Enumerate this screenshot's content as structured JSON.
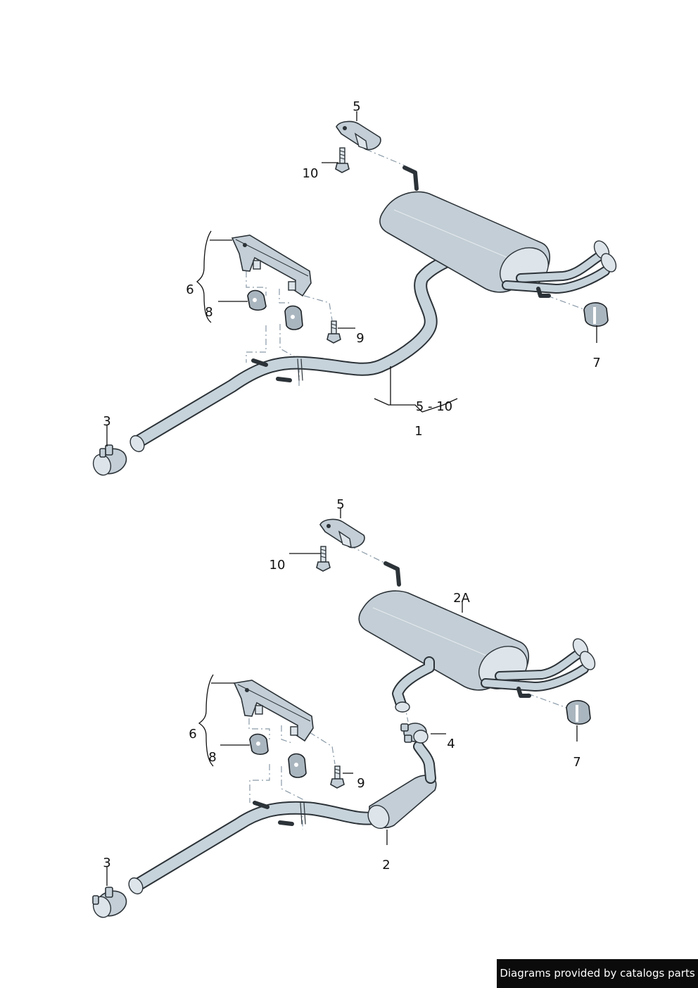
{
  "diagram_top": {
    "callouts": {
      "c1": "1",
      "c3": "3",
      "c5": "5",
      "c6": "6",
      "c7": "7",
      "c8": "8",
      "c9": "9",
      "c10": "10",
      "range": "5 - 10"
    }
  },
  "diagram_bottom": {
    "callouts": {
      "c2": "2",
      "c2a": "2A",
      "c3": "3",
      "c4": "4",
      "c5": "5",
      "c6": "6",
      "c7": "7",
      "c8": "8",
      "c9": "9",
      "c10": "10"
    }
  },
  "footer": {
    "credit": "Diagrams provided by catalogs parts"
  }
}
